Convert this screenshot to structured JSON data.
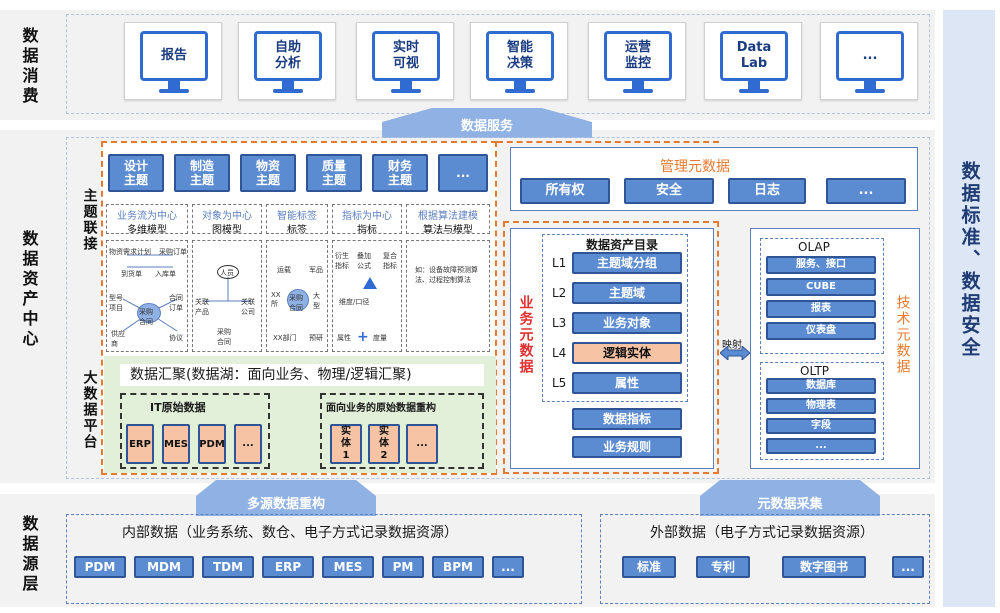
{
  "sections": {
    "consumption": "数据消费",
    "asset_center": "数据资产中心",
    "source": "数据源层",
    "standard": "数据标准、数据安全"
  },
  "consumption": {
    "items": [
      "报告",
      "自助分析",
      "实时可视",
      "智能决策",
      "运营监控",
      "Data Lab",
      "..."
    ]
  },
  "arrows": {
    "data_service": "数据服务",
    "multi_source": "多源数据重构",
    "meta_collect": "元数据采集",
    "mapping": "映射"
  },
  "topic": {
    "side_label": "主题联接",
    "subjects": [
      "设计主题",
      "制造主题",
      "物资主题",
      "质量主题",
      "财务主题",
      "..."
    ],
    "models": [
      {
        "title": "业务流为中心",
        "sub": "多维模型"
      },
      {
        "title": "对象为中心",
        "sub": "图模型"
      },
      {
        "title": "智能标签",
        "sub": "标签"
      },
      {
        "title": "指标为中心",
        "sub": "指标"
      },
      {
        "title": "根据算法建模",
        "sub": "算法与模型"
      }
    ],
    "diagram_text": {
      "d1": [
        "物资需求计划",
        "采购订单",
        "到货单",
        "入库单",
        "型号项目",
        "合同订单",
        "采购合同",
        "供应商",
        "协议"
      ],
      "d2": [
        "人员",
        "关联产品",
        "关联公司",
        "采购合同"
      ],
      "d3": [
        "运载",
        "军品",
        "XX所",
        "采购合同",
        "大型",
        "XX部门",
        "预研"
      ],
      "d4": [
        "衍生指标",
        "叠加公式",
        "复合指标",
        "维度/口径",
        "属性",
        "度量"
      ],
      "d5": "如：设备故障预测算法、过程控制算法"
    }
  },
  "big_data": {
    "side_label": "大数据平台",
    "lake": "数据汇聚(数据湖：面向业务、物理/逻辑汇聚)",
    "it_raw": {
      "title": "IT原始数据",
      "items": [
        "ERP",
        "MES",
        "PDM",
        "..."
      ]
    },
    "biz_raw": {
      "title": "面向业务的原始数据重构",
      "items": [
        "实体1",
        "实体2",
        "..."
      ]
    }
  },
  "mgmt_meta": {
    "title": "管理元数据",
    "items": [
      "所有权",
      "安全",
      "日志",
      "..."
    ]
  },
  "biz_meta": {
    "label": "业务元数据",
    "catalog_title": "数据资产目录",
    "levels": [
      {
        "level": "L1",
        "name": "主题域分组"
      },
      {
        "level": "L2",
        "name": "主题域"
      },
      {
        "level": "L3",
        "name": "业务对象"
      },
      {
        "level": "L4",
        "name": "逻辑实体"
      },
      {
        "level": "L5",
        "name": "属性"
      }
    ],
    "extra": [
      "数据指标",
      "业务规则"
    ]
  },
  "tech_meta": {
    "label": "技术元数据",
    "olap": {
      "title": "OLAP",
      "items": [
        "服务、接口",
        "CUBE",
        "报表",
        "仪表盘"
      ]
    },
    "oltp": {
      "title": "OLTP",
      "items": [
        "数据库",
        "物理表",
        "字段",
        "..."
      ]
    }
  },
  "sources": {
    "internal_title": "内部数据（业务系统、数仓、电子方式记录数据资源）",
    "internal_items": [
      "PDM",
      "MDM",
      "TDM",
      "ERP",
      "MES",
      "PM",
      "BPM",
      "..."
    ],
    "external_title": "外部数据（电子方式记录数据资源）",
    "external_items": [
      "标准",
      "专利",
      "数字图书",
      "..."
    ]
  },
  "colors": {
    "primary": "#5b8bd0",
    "border_blue": "#2f5597",
    "orange_accent": "#e87a2f",
    "highlight": "#f6c4a4",
    "red_label": "#e03030",
    "lake_green": "#e2efd9"
  }
}
